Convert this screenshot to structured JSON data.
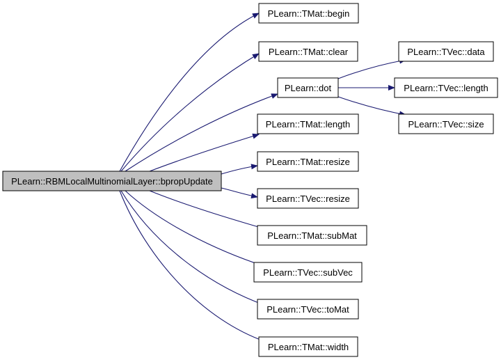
{
  "colors": {
    "edge": "#191970",
    "root_fill": "#bfbfbf",
    "node_fill": "#ffffff",
    "border": "#000000"
  },
  "nodes": {
    "root": "PLearn::RBMLocalMultinomialLayer::bpropUpdate",
    "tmat_begin": "PLearn::TMat::begin",
    "tmat_clear": "PLearn::TMat::clear",
    "dot": "PLearn::dot",
    "tvec_data": "PLearn::TVec::data",
    "tvec_length": "PLearn::TVec::length",
    "tvec_size": "PLearn::TVec::size",
    "tmat_length": "PLearn::TMat::length",
    "tmat_resize": "PLearn::TMat::resize",
    "tvec_resize": "PLearn::TVec::resize",
    "tmat_submat": "PLearn::TMat::subMat",
    "tvec_subvec": "PLearn::TVec::subVec",
    "tvec_tomat": "PLearn::TVec::toMat",
    "tmat_width": "PLearn::TMat::width"
  }
}
